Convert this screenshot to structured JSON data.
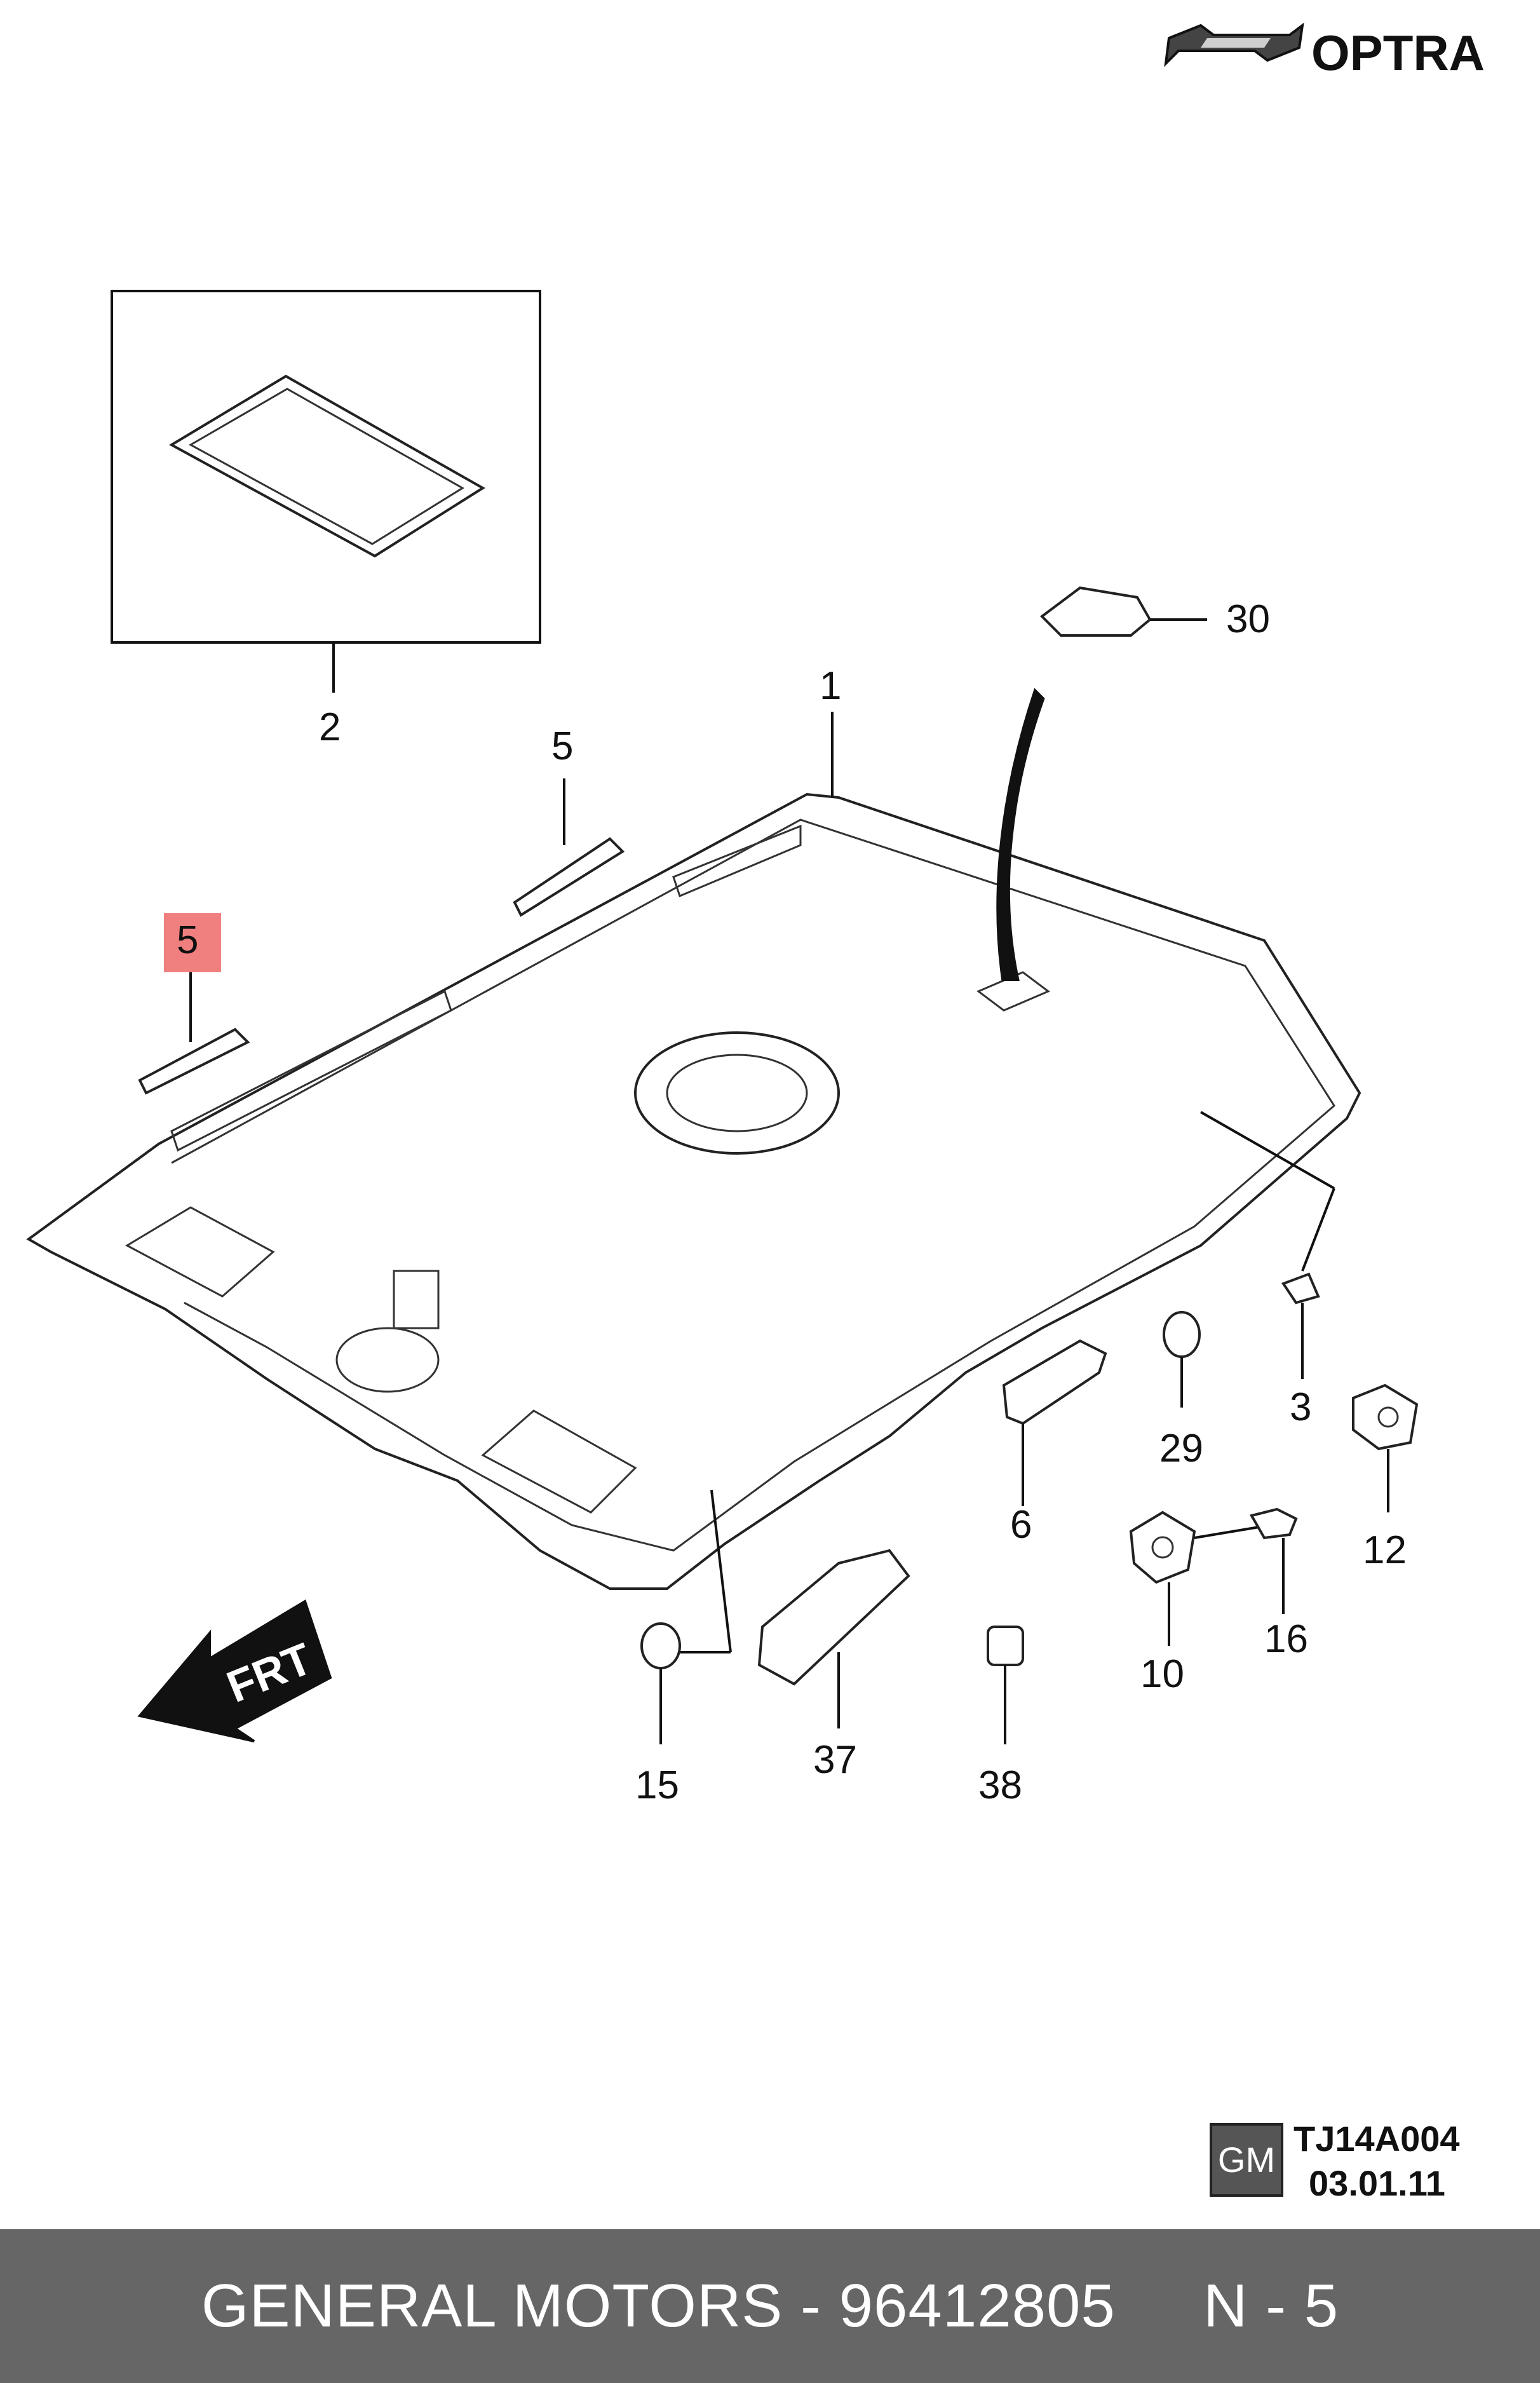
{
  "brand": {
    "name": "OPTRA",
    "emblem_icon": "chevrolet-bowtie-icon"
  },
  "callouts": {
    "c1": "1",
    "c2": "2",
    "c3": "3",
    "c5a": "5",
    "c5b": "5",
    "c6": "6",
    "c10": "10",
    "c12": "12",
    "c15": "15",
    "c16": "16",
    "c29": "29",
    "c30": "30",
    "c37": "37",
    "c38": "38"
  },
  "highlight": {
    "color": "#f08080"
  },
  "direction": {
    "label": "FRT",
    "icon": "front-arrow-icon"
  },
  "stamp": {
    "logo": "GM",
    "code": "TJ14A004",
    "date": "03.01.11"
  },
  "footer": {
    "text": "GENERAL MOTORS - 96412805     N - 5",
    "background": "#666666"
  }
}
